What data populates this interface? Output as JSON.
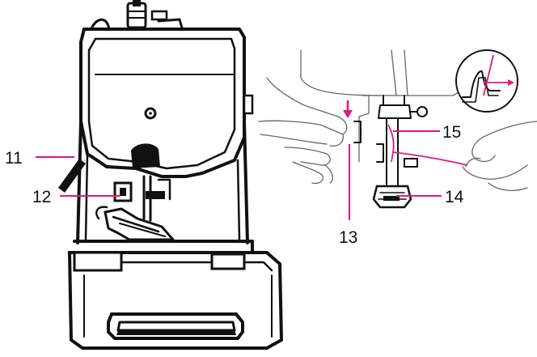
{
  "callouts": {
    "c11": "11",
    "c12": "12",
    "c13": "13",
    "c14": "14",
    "c15": "15"
  },
  "colors": {
    "leader": "#e0187a",
    "thread": "#e0187a",
    "ink": "#111111",
    "body": "#ffffff"
  }
}
